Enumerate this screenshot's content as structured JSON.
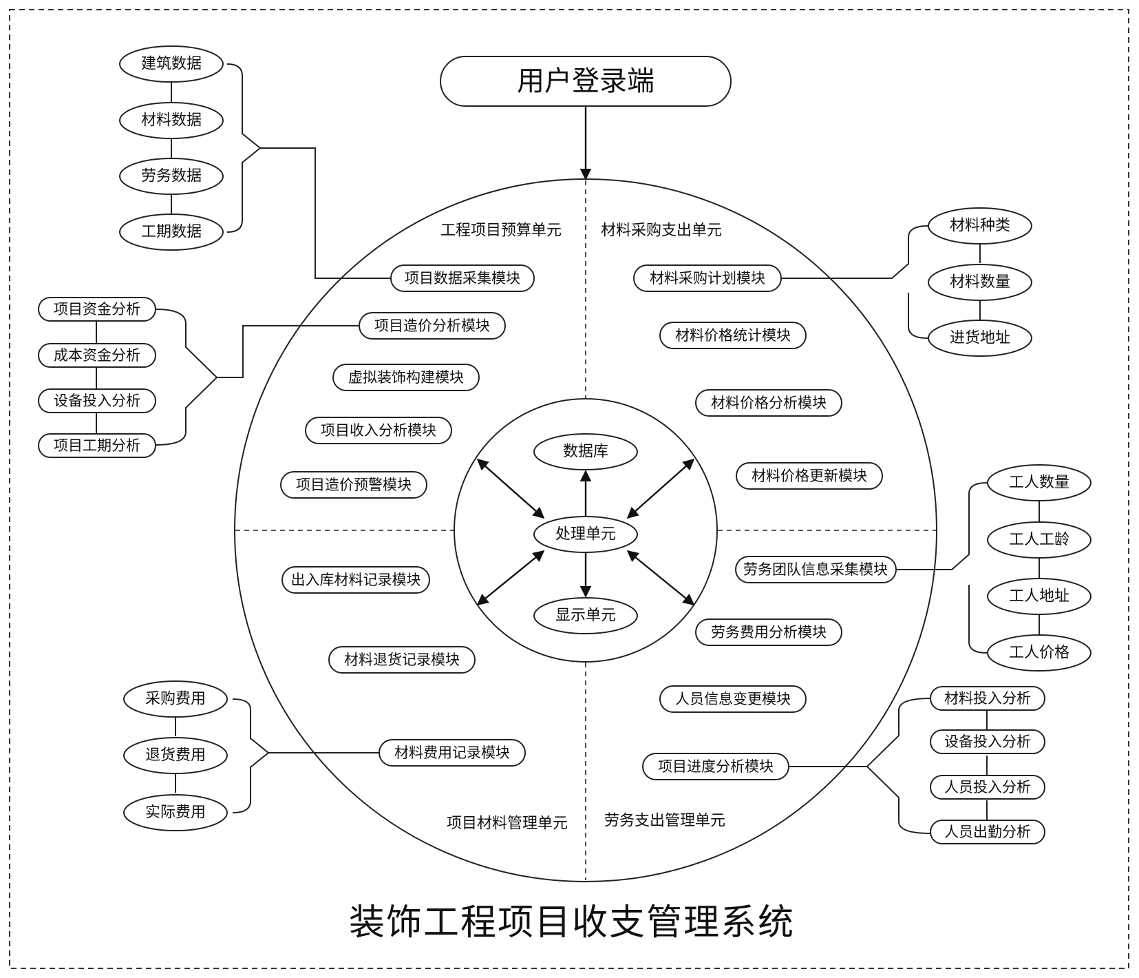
{
  "title": "装饰工程项目收支管理系统",
  "login": "用户登录端",
  "center": {
    "database": "数据库",
    "processor": "处理单元",
    "display": "显示单元"
  },
  "units": {
    "budget": "工程项目预算单元",
    "purchase": "材料采购支出单元",
    "material_mgmt": "项目材料管理单元",
    "labor": "劳务支出管理单元"
  },
  "modules": {
    "data_collect": "项目数据采集模块",
    "cost_analysis": "项目造价分析模块",
    "virtual_build": "虚拟装饰构建模块",
    "income_analysis": "项目收入分析模块",
    "cost_warning": "项目造价预警模块",
    "purchase_plan": "材料采购计划模块",
    "price_stats": "材料价格统计模块",
    "price_analysis": "材料价格分析模块",
    "price_update": "材料价格更新模块",
    "stock_record": "出入库材料记录模块",
    "return_record": "材料退货记录模块",
    "fee_record": "材料费用记录模块",
    "team_collect": "劳务团队信息采集模块",
    "labor_fee": "劳务费用分析模块",
    "staff_change": "人员信息变更模块",
    "progress": "项目进度分析模块"
  },
  "groups": {
    "data": [
      "建筑数据",
      "材料数据",
      "劳务数据",
      "工期数据"
    ],
    "analysis": [
      "项目资金分析",
      "成本资金分析",
      "设备投入分析",
      "项目工期分析"
    ],
    "fees": [
      "采购费用",
      "退货费用",
      "实际费用"
    ],
    "materials": [
      "材料种类",
      "材料数量",
      "进货地址"
    ],
    "workers": [
      "工人数量",
      "工人工龄",
      "工人地址",
      "工人价格"
    ],
    "inputs": [
      "材料投入分析",
      "设备投入分析",
      "人员投入分析",
      "人员出勤分析"
    ]
  }
}
